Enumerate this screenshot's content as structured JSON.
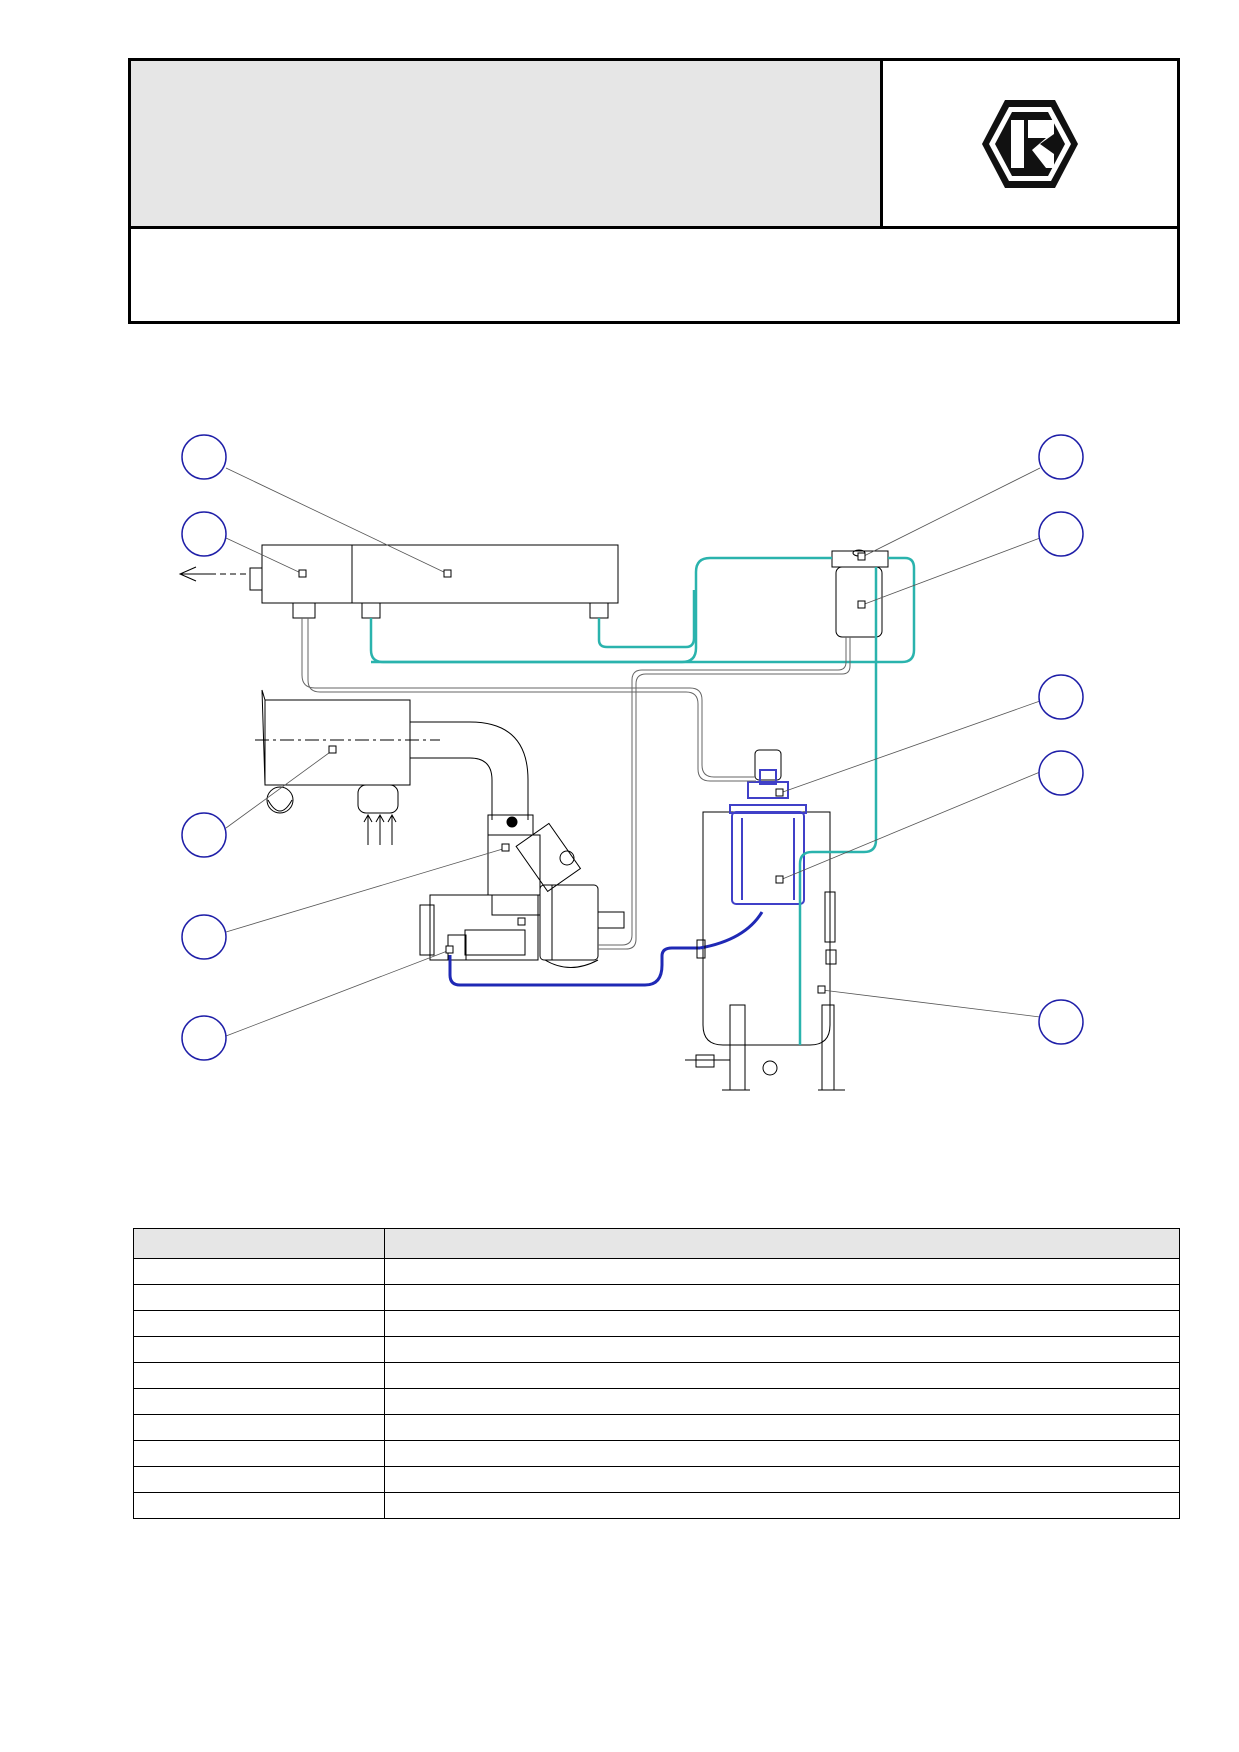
{
  "header": {
    "title": "",
    "subtitle": "",
    "logo": "company-hexagon-logo"
  },
  "diagram": {
    "description_icons": [
      "callout-circle",
      "airflow-arrows",
      "exhaust-arrow"
    ],
    "colors": {
      "line": "#000000",
      "leader": "#555555",
      "oil_line": "#2ab3ad",
      "discharge_line": "#1f29b5",
      "callout": "#1f1fa8",
      "separator_element": "#4040c8"
    }
  },
  "table": {
    "headers": [
      "",
      ""
    ],
    "rows": [
      [
        "",
        ""
      ],
      [
        "",
        ""
      ],
      [
        "",
        ""
      ],
      [
        "",
        ""
      ],
      [
        "",
        ""
      ],
      [
        "",
        ""
      ],
      [
        "",
        ""
      ],
      [
        "",
        ""
      ],
      [
        "",
        ""
      ],
      [
        "",
        ""
      ]
    ]
  }
}
